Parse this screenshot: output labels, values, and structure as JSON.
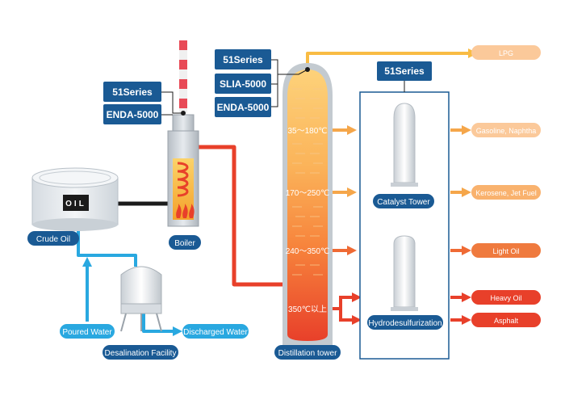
{
  "tags": {
    "boiler_series": "51Series",
    "boiler_model": "ENDA-5000",
    "tower_series": "51Series",
    "tower_model_1": "SLIA-5000",
    "tower_model_2": "ENDA-5000",
    "unit_series": "51Series"
  },
  "equipment": {
    "crude_oil": "Crude Oil",
    "oil_tank_text": "OIL",
    "boiler": "Boiler",
    "desalination": "Desalination Facility",
    "poured_water": "Poured Water",
    "discharged_water": "Discharged Water",
    "distillation": "Distillation tower",
    "catalyst": "Catalyst Tower",
    "hydro": "Hydrodesulfurization"
  },
  "temperatures": [
    "35～180℃",
    "170～250℃",
    "240～350℃",
    "350℃以上"
  ],
  "products": {
    "lpg": "LPG",
    "gasoline": "Gasoline, Naphtha",
    "kerosene": "Kerosene, Jet Fuel",
    "light_oil": "Light Oil",
    "heavy_oil": "Heavy Oil",
    "asphalt": "Asphalt"
  },
  "colors": {
    "label_blue": "#1a5a94",
    "water_blue": "#29a8e0",
    "hot_red": "#e8402a",
    "warm_orange": "#f5a64a",
    "light_orange": "#f9b26e",
    "pale_orange": "#fbc99a",
    "tank_gray": "#e4e8ec"
  }
}
